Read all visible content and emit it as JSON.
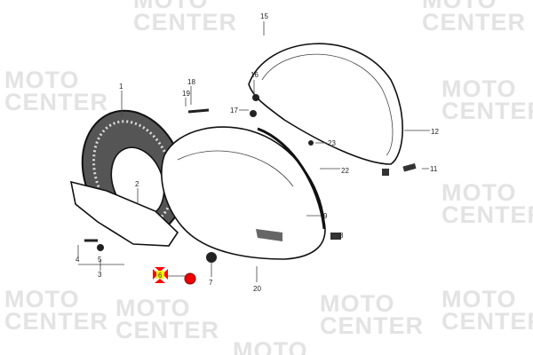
{
  "watermark": {
    "line1": "MOTO",
    "line2": "CENTER"
  },
  "callouts": {
    "c1": "1",
    "c2": "2",
    "c3": "3",
    "c4": "4",
    "c5": "5",
    "c6": "6",
    "c7": "7",
    "c8": "8",
    "c9": "9",
    "c11": "11",
    "c12": "12",
    "c15": "15",
    "c16": "16",
    "c17": "17",
    "c18": "18",
    "c19": "19",
    "c20": "20",
    "c22": "22",
    "c23": "23"
  },
  "selected_part": "6",
  "colors": {
    "highlight": "#ff0000",
    "highlight_fill": "#ffff00",
    "watermark": "#e3e3e3"
  }
}
